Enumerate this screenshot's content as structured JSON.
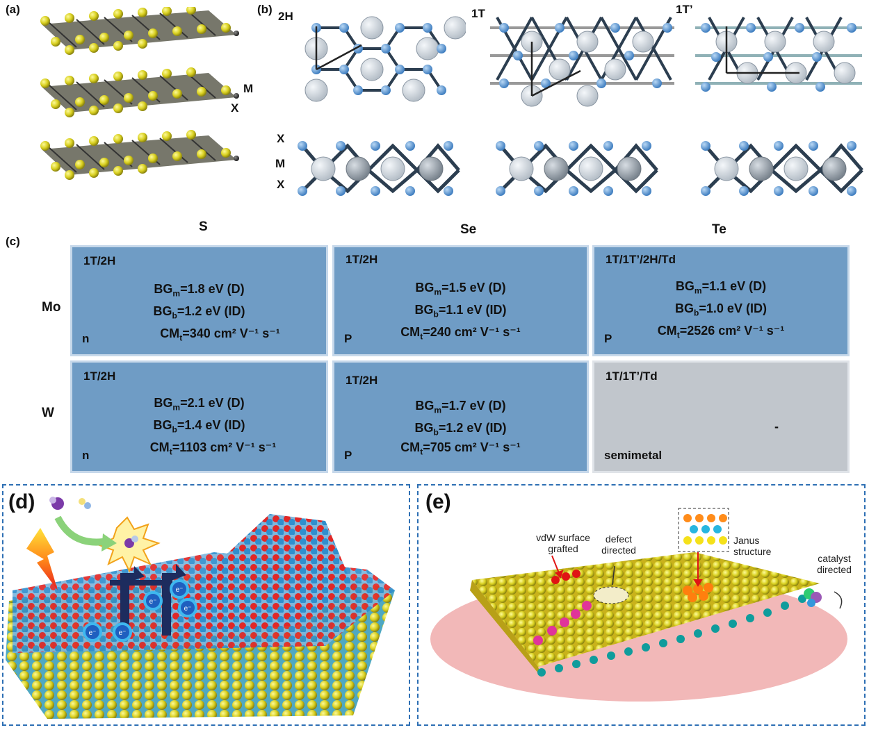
{
  "panel_labels": {
    "a": "(a)",
    "b": "(b)",
    "c": "(c)",
    "d": "(d)",
    "e": "(e)"
  },
  "panel_a": {
    "m_label": "M",
    "x_label": "X"
  },
  "panel_b": {
    "phases": [
      "2H",
      "1T",
      "1T’"
    ],
    "side_labels": {
      "top": "X",
      "middle": "M",
      "bottom": "X"
    }
  },
  "panel_c": {
    "columns": [
      "S",
      "Se",
      "Te"
    ],
    "rows": [
      "Mo",
      "W"
    ],
    "cells": [
      {
        "phase": "1T/2H",
        "bgm": "1.8 eV (D)",
        "bgb": "1.2 eV (ID)",
        "cmt": "340",
        "type": "n"
      },
      {
        "phase": "1T/2H",
        "bgm": "1.5 eV (D)",
        "bgb": "1.1 eV (ID)",
        "cmt": "240",
        "type": "P"
      },
      {
        "phase": "1T/1T’/2H/Td",
        "bgm": "1.1 eV (D)",
        "bgb": "1.0 eV (ID)",
        "cmt": "2526",
        "type": "P"
      },
      {
        "phase": "1T/2H",
        "bgm": "2.1 eV (D)",
        "bgb": "1.4 eV (ID)",
        "cmt": "1103",
        "type": "n"
      },
      {
        "phase": "1T/2H",
        "bgm": "1.7 eV (D)",
        "bgb": "1.2 eV (ID)",
        "cmt": "705",
        "type": "P"
      },
      {
        "phase": "1T/1T’/Td",
        "dash": "-",
        "type": "semimetal"
      }
    ],
    "bg_m_prefix": "BG",
    "bg_m_sub": "m",
    "bg_b_sub": "b",
    "cm_prefix": "CM",
    "cm_sub": "t",
    "cm_unit": "cm² V⁻¹ s⁻¹",
    "colors": {
      "cell": "#6f9cc5",
      "grey_cell": "#c1c6cc"
    }
  },
  "panel_d": {
    "electron_label": "e⁻"
  },
  "panel_e": {
    "vdw": "vdW surface grafted",
    "defect": "defect directed",
    "janus": "Janus structure",
    "catalyst": "catalyst directed"
  }
}
